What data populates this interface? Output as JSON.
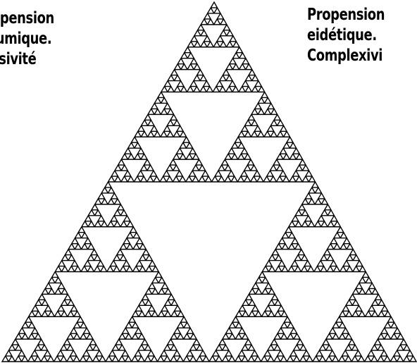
{
  "captions": {
    "left": {
      "line1": "opension",
      "line2": "lumique.",
      "line3": "ssivité"
    },
    "right": {
      "line1": "Propension",
      "line2": "eidétique.",
      "line3": "Complexivi"
    }
  },
  "fractal": {
    "shape": "sierpinski-triangle",
    "depth": 6,
    "stroke_color": "#000000",
    "fill_color": "#ffffff"
  }
}
